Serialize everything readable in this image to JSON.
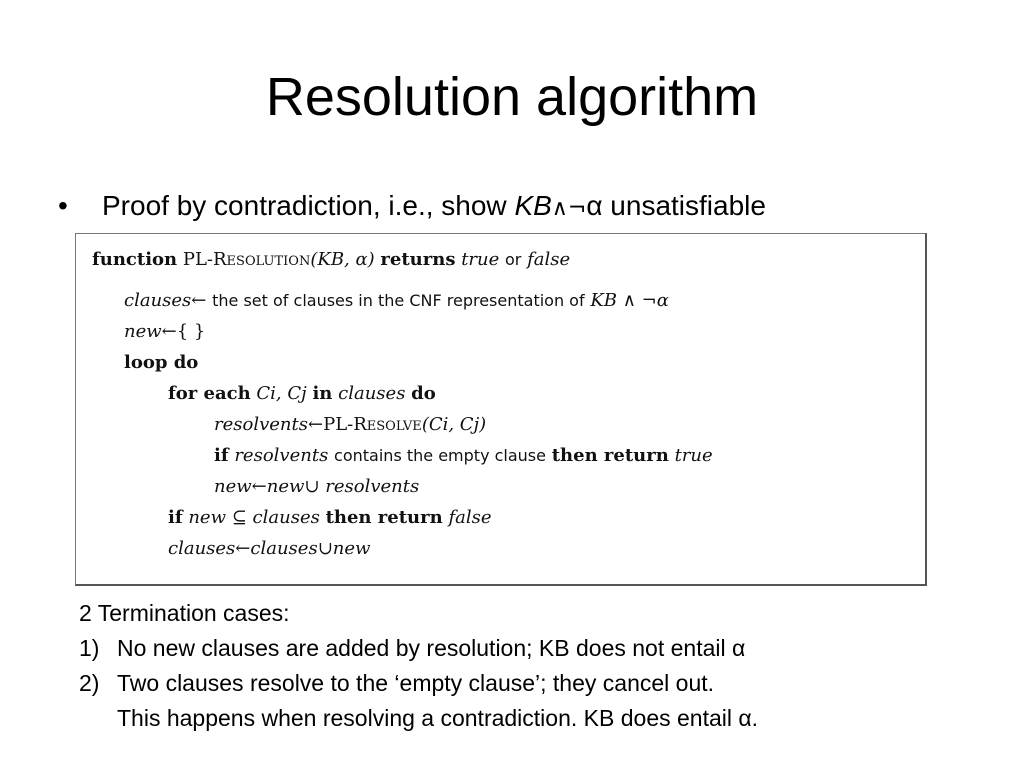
{
  "title": "Resolution algorithm",
  "bullet": {
    "symbol": "•",
    "text_before": "Proof by contradiction, i.e., show ",
    "kb": "KB",
    "operators": "∧¬",
    "alpha": "α",
    "text_after": " unsatisfiable"
  },
  "algorithm": {
    "line1": {
      "kw_function": "function",
      "name": "PL-Resolution",
      "args": "(KB, α)",
      "kw_returns": "returns",
      "true_word": "true",
      "or_word": "or",
      "false_word": "false"
    },
    "line2": {
      "var": "clauses",
      "arrow": "←",
      "text": "the set of clauses in the CNF representation of",
      "math": "KB ∧ ¬α"
    },
    "line3": {
      "var": "new",
      "arrow": "←",
      "value": "{ }"
    },
    "line4": {
      "kw": "loop do"
    },
    "line5": {
      "kw_for": "for each",
      "vars": "Ci, Cj",
      "kw_in": "in",
      "var": "clauses",
      "kw_do": "do"
    },
    "line6": {
      "var": "resolvents",
      "arrow": "←",
      "call": "PL-Resolve",
      "args": "(Ci, Cj)"
    },
    "line7": {
      "kw_if": "if",
      "var": "resolvents",
      "text": "contains the empty clause",
      "kw_then": "then return",
      "value": "true"
    },
    "line8": {
      "var": "new",
      "arrow": "←",
      "expr_left": "new",
      "union": "∪",
      "expr_right": "resolvents"
    },
    "line9": {
      "kw_if": "if",
      "var_new": "new",
      "subset": "⊆",
      "var_clauses": "clauses",
      "kw_then": "then return",
      "value": "false"
    },
    "line10": {
      "var": "clauses",
      "arrow": "←",
      "expr_left": "clauses",
      "union": "∪",
      "expr_right": "new"
    }
  },
  "termination": {
    "heading": "2 Termination cases:",
    "items": [
      {
        "num": "1)",
        "text": "No new clauses are added by resolution; KB does not entail α"
      },
      {
        "num": "2)",
        "text": "Two clauses resolve to the ‘empty clause’; they cancel out."
      }
    ],
    "continuation": "This happens when resolving a contradiction. KB does entail α."
  }
}
